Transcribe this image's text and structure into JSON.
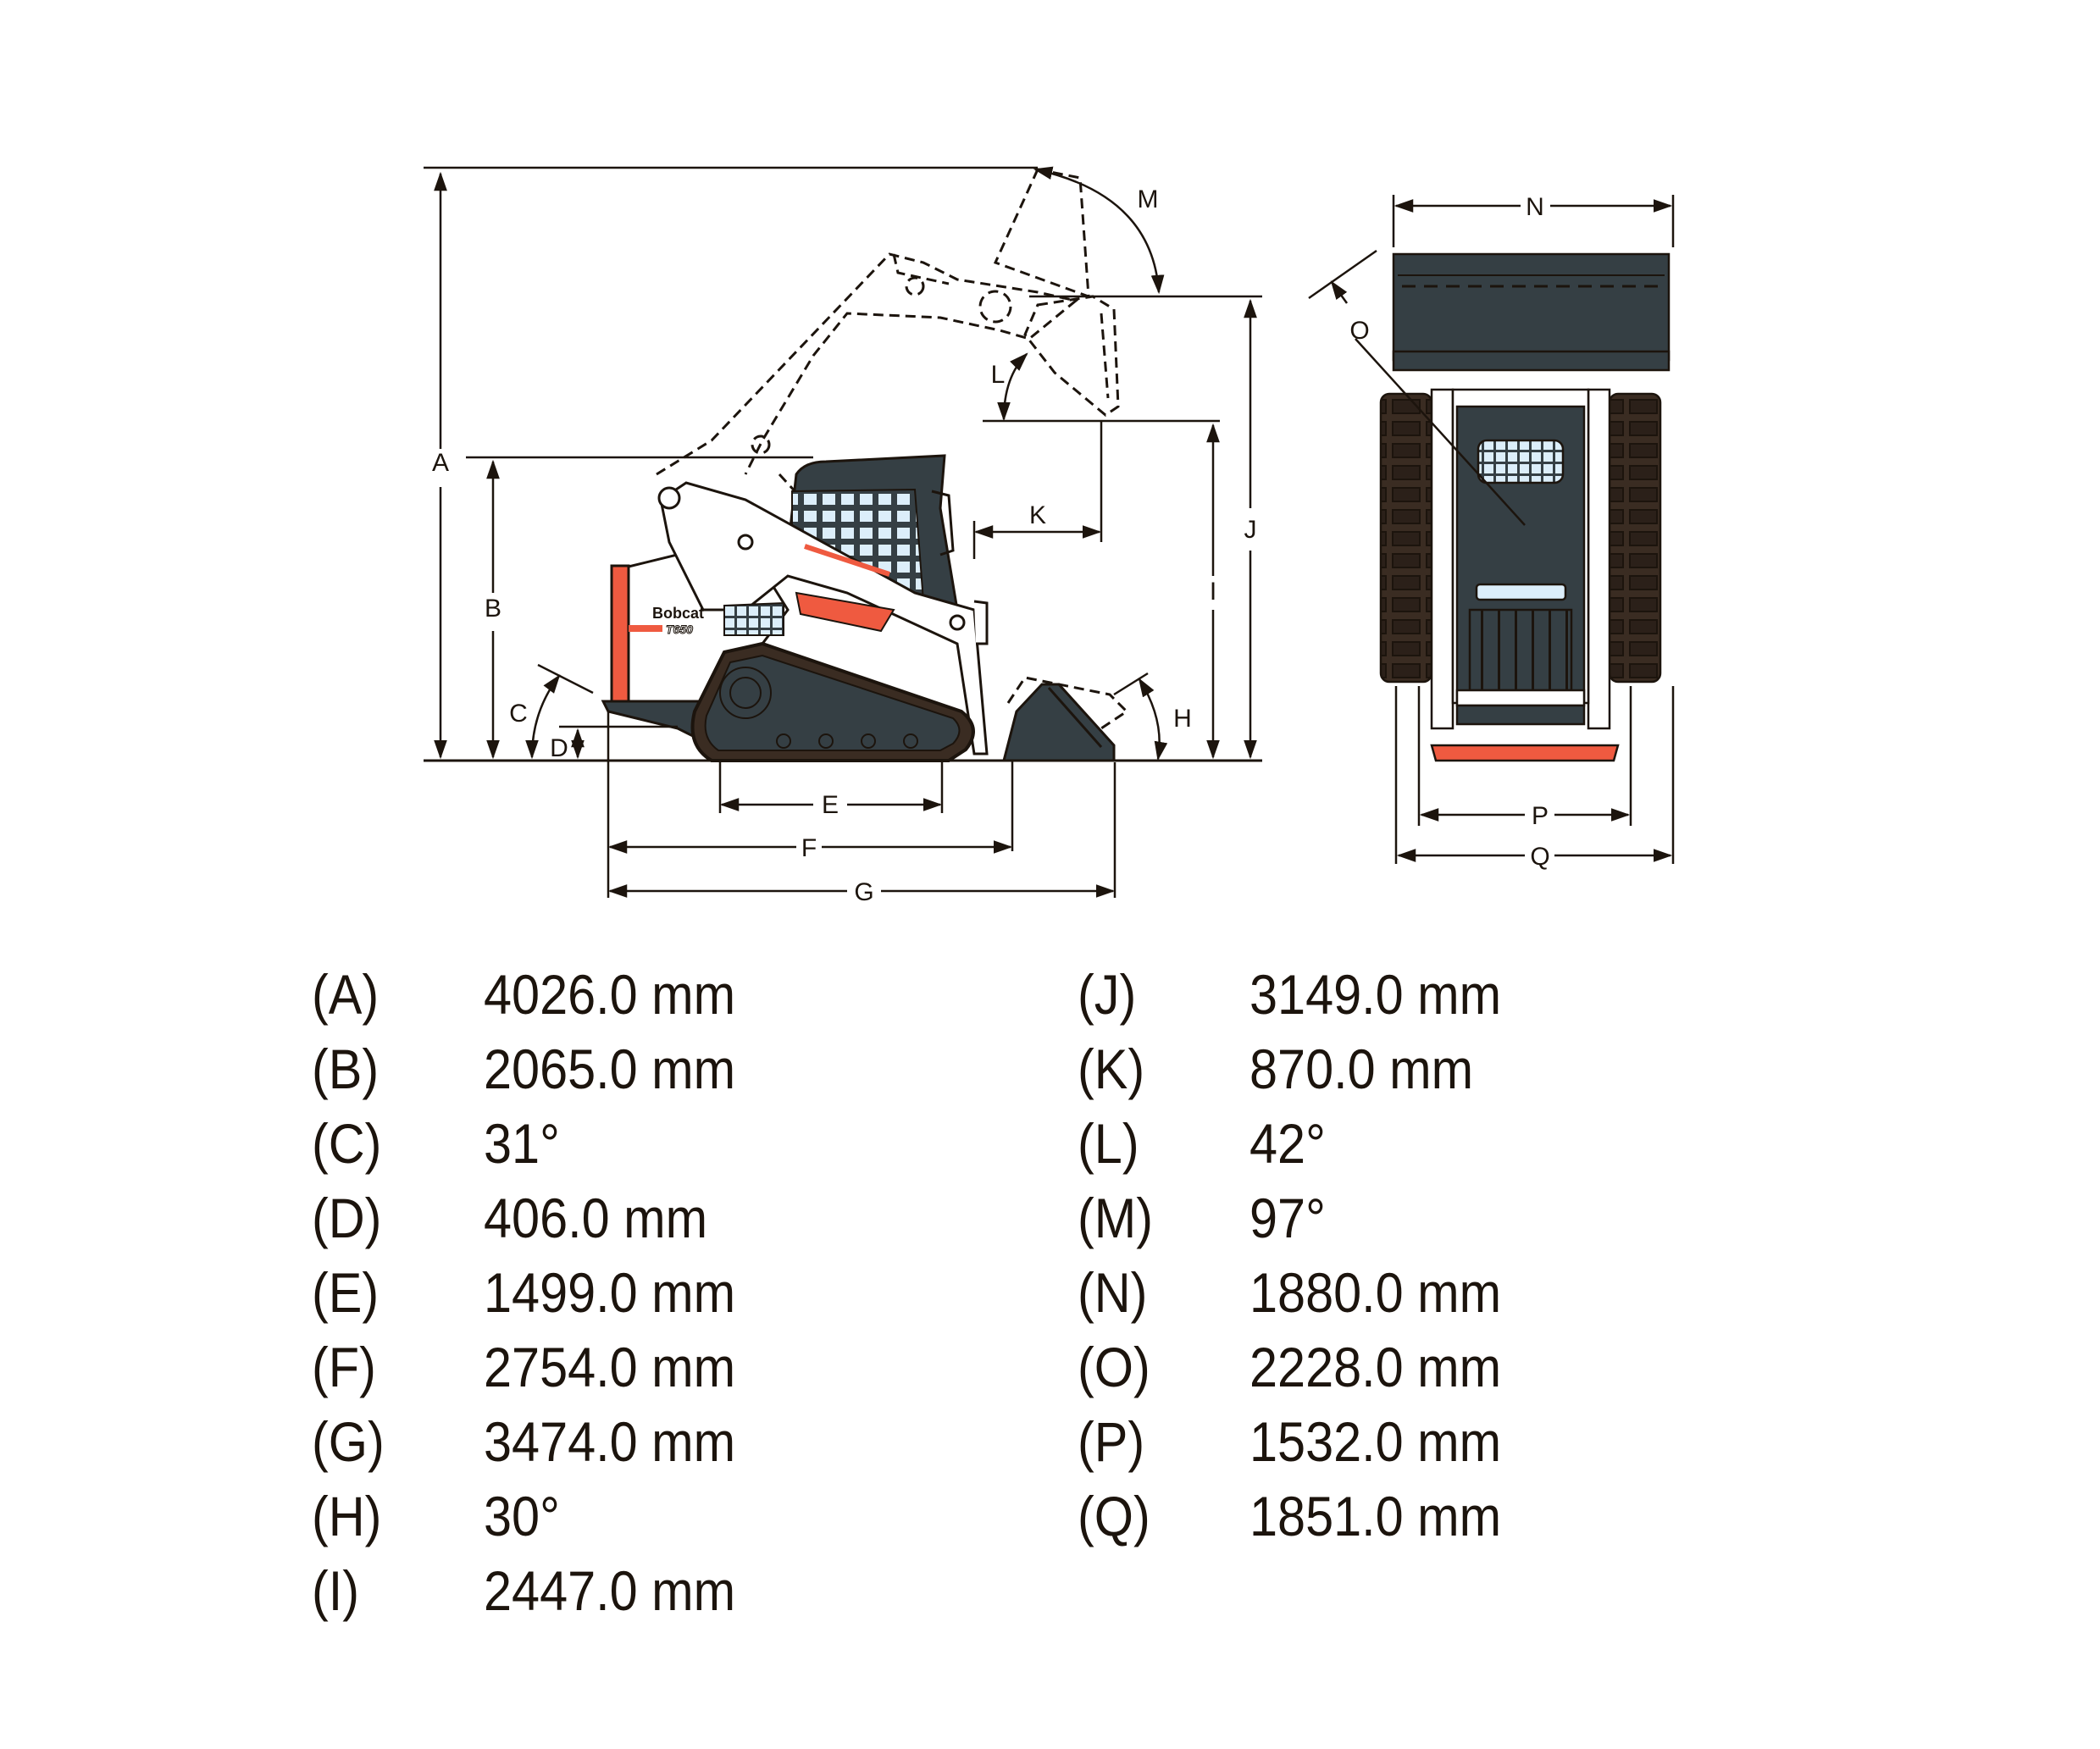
{
  "diagram": {
    "model_logo": "Bobcat",
    "model_name": "T650",
    "side_view_labels": [
      "A",
      "B",
      "C",
      "D",
      "E",
      "F",
      "G",
      "H",
      "I",
      "J",
      "K",
      "L",
      "M"
    ],
    "front_view_labels": [
      "N",
      "O",
      "P",
      "Q"
    ],
    "colors": {
      "body_dark": "#353f44",
      "accent_orange": "#ef5a40",
      "glass": "#dceefa",
      "line": "#1c140d",
      "track": "#3a2c22"
    }
  },
  "specs": {
    "left": [
      {
        "key": "(A)",
        "value": "4026.0 mm"
      },
      {
        "key": "(B)",
        "value": "2065.0 mm"
      },
      {
        "key": "(C)",
        "value": "31°"
      },
      {
        "key": "(D)",
        "value": "406.0 mm"
      },
      {
        "key": "(E)",
        "value": "1499.0 mm"
      },
      {
        "key": "(F)",
        "value": "2754.0 mm"
      },
      {
        "key": "(G)",
        "value": "3474.0 mm"
      },
      {
        "key": "(H)",
        "value": "30°"
      },
      {
        "key": "(I)",
        "value": "2447.0 mm"
      }
    ],
    "right": [
      {
        "key": "(J)",
        "value": "3149.0 mm"
      },
      {
        "key": "(K)",
        "value": "870.0 mm"
      },
      {
        "key": "(L)",
        "value": "42°"
      },
      {
        "key": "(M)",
        "value": "97°"
      },
      {
        "key": "(N)",
        "value": "1880.0 mm"
      },
      {
        "key": "(O)",
        "value": "2228.0 mm"
      },
      {
        "key": "(P)",
        "value": "1532.0 mm"
      },
      {
        "key": "(Q)",
        "value": "1851.0 mm"
      }
    ]
  }
}
